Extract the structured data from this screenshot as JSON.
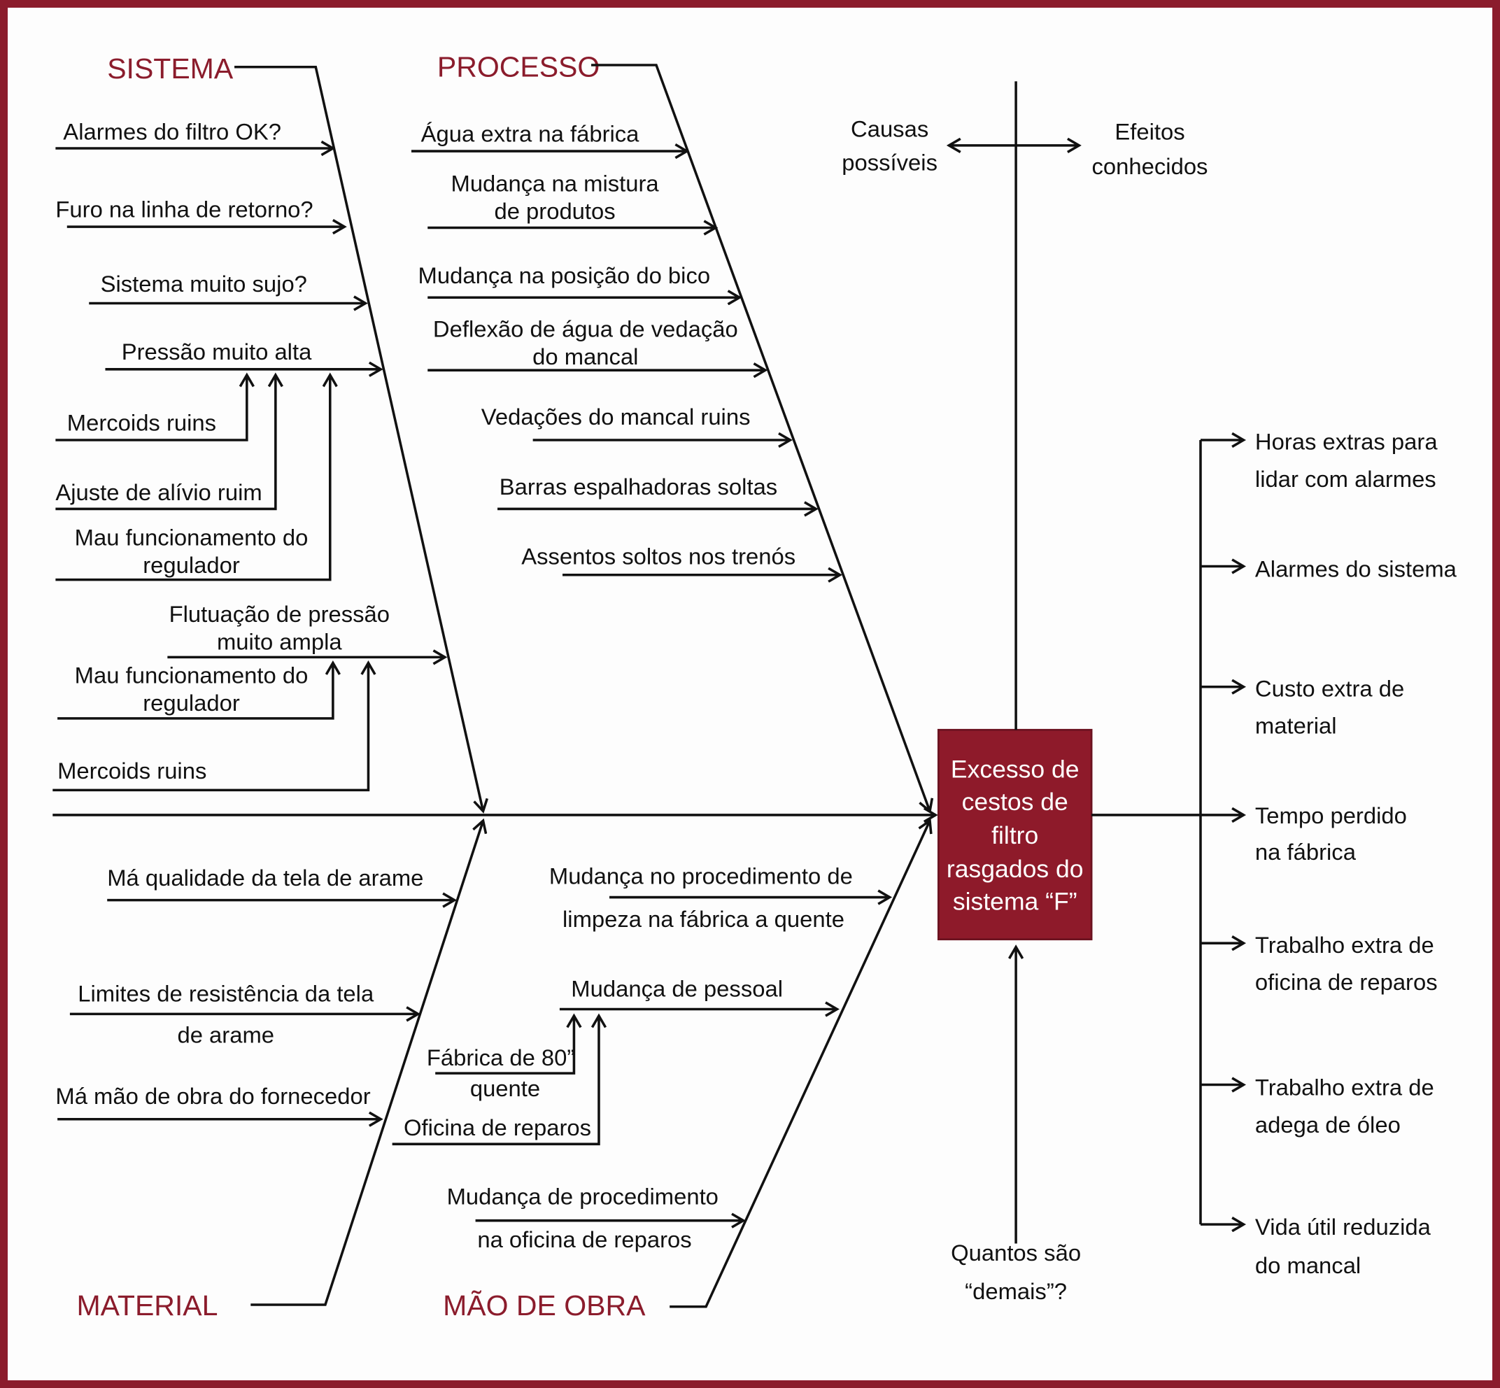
{
  "effect_box": {
    "lines": [
      "Excesso de",
      "cestos de",
      "filtro",
      "rasgados do",
      "sistema “F”"
    ],
    "color": "#8e1a2a"
  },
  "legend": {
    "causes": [
      "Causas",
      "possíveis"
    ],
    "effects": [
      "Efeitos",
      "conhecidos"
    ],
    "question": [
      "Quantos são",
      "“demais”?"
    ]
  },
  "categories": {
    "sistema": {
      "label": "SISTEMA",
      "causes": {
        "c1": "Alarmes do filtro OK?",
        "c2": "Furo na linha de retorno?",
        "c3": "Sistema muito sujo?",
        "c4": "Pressão muito alta",
        "c4a": "Mercoids ruins",
        "c4b": "Ajuste de alívio ruim",
        "c4c": [
          "Mau funcionamento do",
          "regulador"
        ],
        "c5": [
          "Flutuação de pressão",
          "muito ampla"
        ],
        "c5a": [
          "Mau funcionamento do",
          "regulador"
        ],
        "c5b": "Mercoids ruins"
      }
    },
    "processo": {
      "label": "PROCESSO",
      "causes": {
        "c1": "Água extra na fábrica",
        "c2": [
          "Mudança na mistura",
          "de produtos"
        ],
        "c3": "Mudança na posição do bico",
        "c4": [
          "Deflexão de água de vedação",
          "do mancal"
        ],
        "c5": "Vedações do mancal ruins",
        "c6": "Barras espalhadoras soltas",
        "c7": "Assentos soltos nos trenós"
      }
    },
    "material": {
      "label": "MATERIAL",
      "causes": {
        "c1": "Má qualidade da tela de arame",
        "c2": [
          "Limites de resistência da tela",
          "de arame"
        ],
        "c3": "Má mão de obra do fornecedor"
      }
    },
    "mao_de_obra": {
      "label": "MÃO DE OBRA",
      "causes": {
        "c1": [
          "Mudança no procedimento de",
          "limpeza na fábrica a quente"
        ],
        "c2": "Mudança de pessoal",
        "c2a": [
          "Fábrica de 80”",
          "quente"
        ],
        "c2b": "Oficina de reparos",
        "c3": [
          "Mudança de procedimento",
          "na oficina de reparos"
        ]
      }
    }
  },
  "effects": [
    [
      "Horas extras para",
      "lidar com alarmes"
    ],
    [
      "Alarmes do sistema"
    ],
    [
      "Custo extra de",
      "material"
    ],
    [
      "Tempo perdido",
      "na fábrica"
    ],
    [
      "Trabalho extra de",
      "oficina de reparos"
    ],
    [
      "Trabalho extra de",
      "adega de óleo"
    ],
    [
      "Vida útil reduzida",
      "do mancal"
    ]
  ]
}
